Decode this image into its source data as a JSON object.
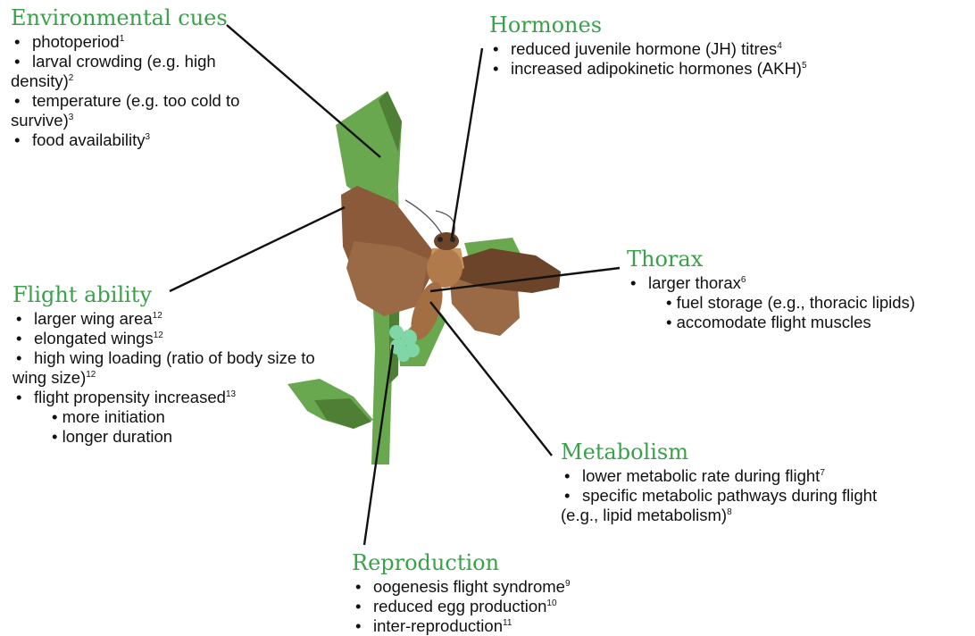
{
  "environmental": {
    "title": "Environmental cues",
    "items": [
      {
        "text": "photoperiod",
        "ref": "1"
      },
      {
        "text": "larval crowding (e.g. high density)",
        "ref": "2"
      },
      {
        "text": "temperature (e.g. too cold to survive)",
        "ref": "3"
      },
      {
        "text": "food availability",
        "ref": "3"
      }
    ]
  },
  "hormones": {
    "title": "Hormones",
    "items": [
      {
        "text": "reduced juvenile hormone (JH) titres",
        "ref": "4"
      },
      {
        "text": "increased adipokinetic hormones (AKH)",
        "ref": "5"
      }
    ]
  },
  "thorax": {
    "title": "Thorax",
    "items": [
      {
        "text": "larger thorax",
        "ref": "6"
      }
    ],
    "subitems": [
      {
        "text": "fuel storage (e.g., thoracic lipids)"
      },
      {
        "text": "accomodate flight muscles"
      }
    ]
  },
  "flight": {
    "title": "Flight ability",
    "items": [
      {
        "text": "larger wing area",
        "ref": "12"
      },
      {
        "text": "elongated wings",
        "ref": "12"
      },
      {
        "text": "high wing loading (ratio of body size to wing size)",
        "ref": "12"
      },
      {
        "text": "flight propensity increased",
        "ref": "13"
      }
    ],
    "subitems": [
      {
        "text": "more initiation"
      },
      {
        "text": "longer duration"
      }
    ]
  },
  "metabolism": {
    "title": "Metabolism",
    "items": [
      {
        "text": "lower metabolic rate during flight",
        "ref": "7"
      },
      {
        "text": "specific metabolic pathways during flight (e.g., lipid metabolism)",
        "ref": "8"
      }
    ]
  },
  "reproduction": {
    "title": "Reproduction",
    "items": [
      {
        "text": "oogenesis flight syndrome",
        "ref": "9"
      },
      {
        "text": "reduced egg production",
        "ref": "10"
      },
      {
        "text": "inter-reproduction",
        "ref": "11"
      }
    ]
  },
  "colors": {
    "heading": "#3aa04a",
    "leaf_light": "#6aa84f",
    "leaf_dark": "#4e7f35",
    "moth_wing": "#8a5a3a",
    "moth_wing_dark": "#6b4429",
    "moth_body": "#b07a4a",
    "egg": "#7fd6a6",
    "leader_line": "#111111"
  }
}
